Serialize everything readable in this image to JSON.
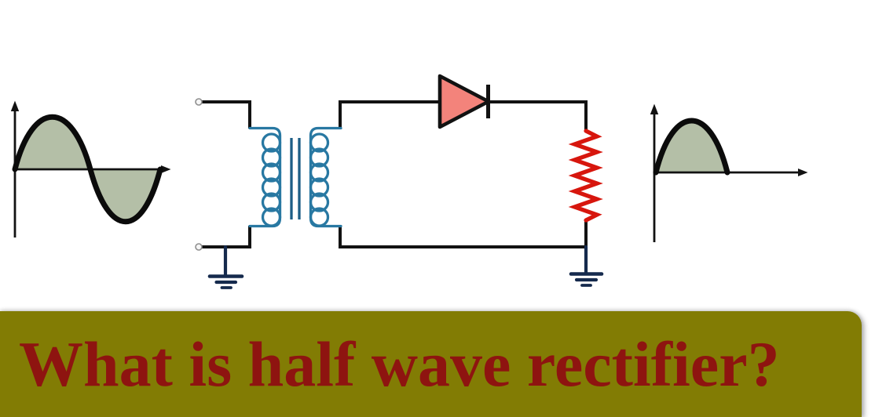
{
  "banner": {
    "title": "What is half wave rectifier?"
  },
  "colors": {
    "background": "#ffffff",
    "wire": "#121212",
    "axis": "#121212",
    "waveform_line": "#0b0b0b",
    "waveform_fill": "#b4bfa7",
    "transformer_coil": "#2878a2",
    "transformer_core": "#1d5e86",
    "diode_fill": "#f3837b",
    "resistor": "#d7160d",
    "ground": "#152a4d",
    "terminal_stroke": "#8f8f8f",
    "terminal_fill": "#f6f6f6",
    "banner_background": "#827c04",
    "banner_text": "#8e1410"
  },
  "components": {
    "input_waveform": "sine-wave-ac-input",
    "transformer": "transformer",
    "diode": "diode",
    "load_resistor": "load-resistor",
    "ground_left": "ground",
    "ground_right": "ground",
    "output_waveform": "half-wave-rectified-output"
  }
}
